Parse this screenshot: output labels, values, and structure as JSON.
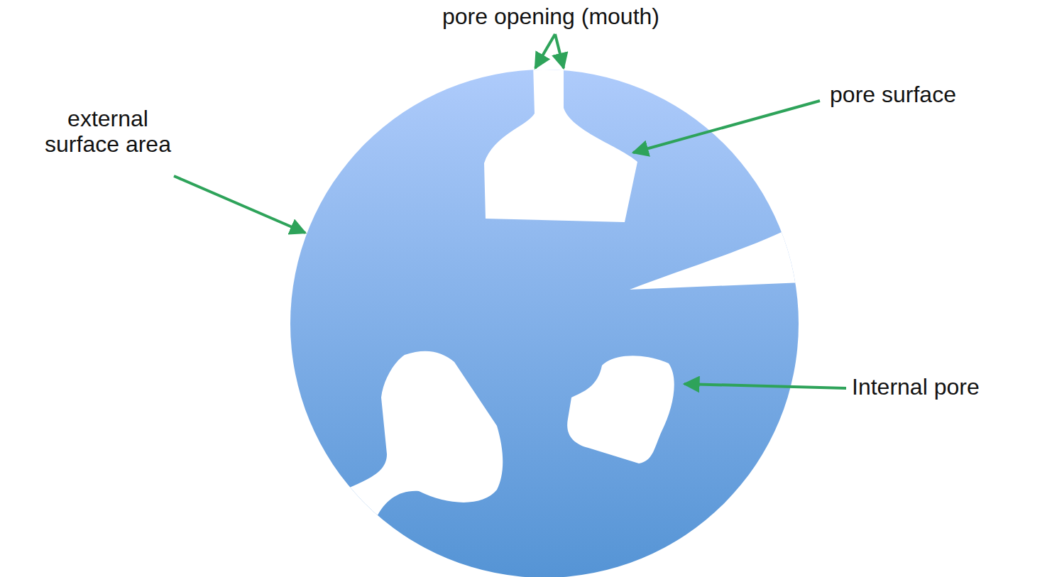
{
  "diagram": {
    "labels": [
      "pore opening (mouth)",
      "pore surface",
      "external surface area",
      "Internal pore"
    ]
  }
}
